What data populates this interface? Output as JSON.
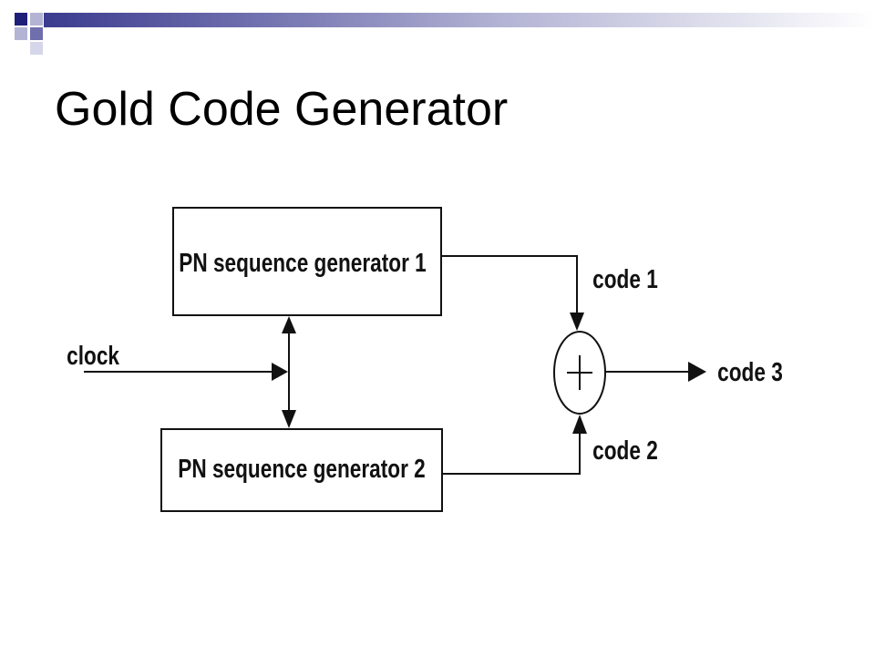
{
  "slide": {
    "title": "Gold Code Generator"
  },
  "colors": {
    "accent_dark": "#1f1f7a",
    "accent_mid": "#6f6fae",
    "accent_light": "#b3b3d4",
    "accent_pale": "#d6d6ea",
    "stroke": "#111111"
  },
  "diagram": {
    "generator_1_label": "PN sequence generator 1",
    "generator_2_label": "PN sequence generator 2",
    "clock_label": "clock",
    "code_1_label": "code 1",
    "code_2_label": "code 2",
    "code_3_label": "code 3",
    "combiner_symbol": "plus-in-circle"
  }
}
